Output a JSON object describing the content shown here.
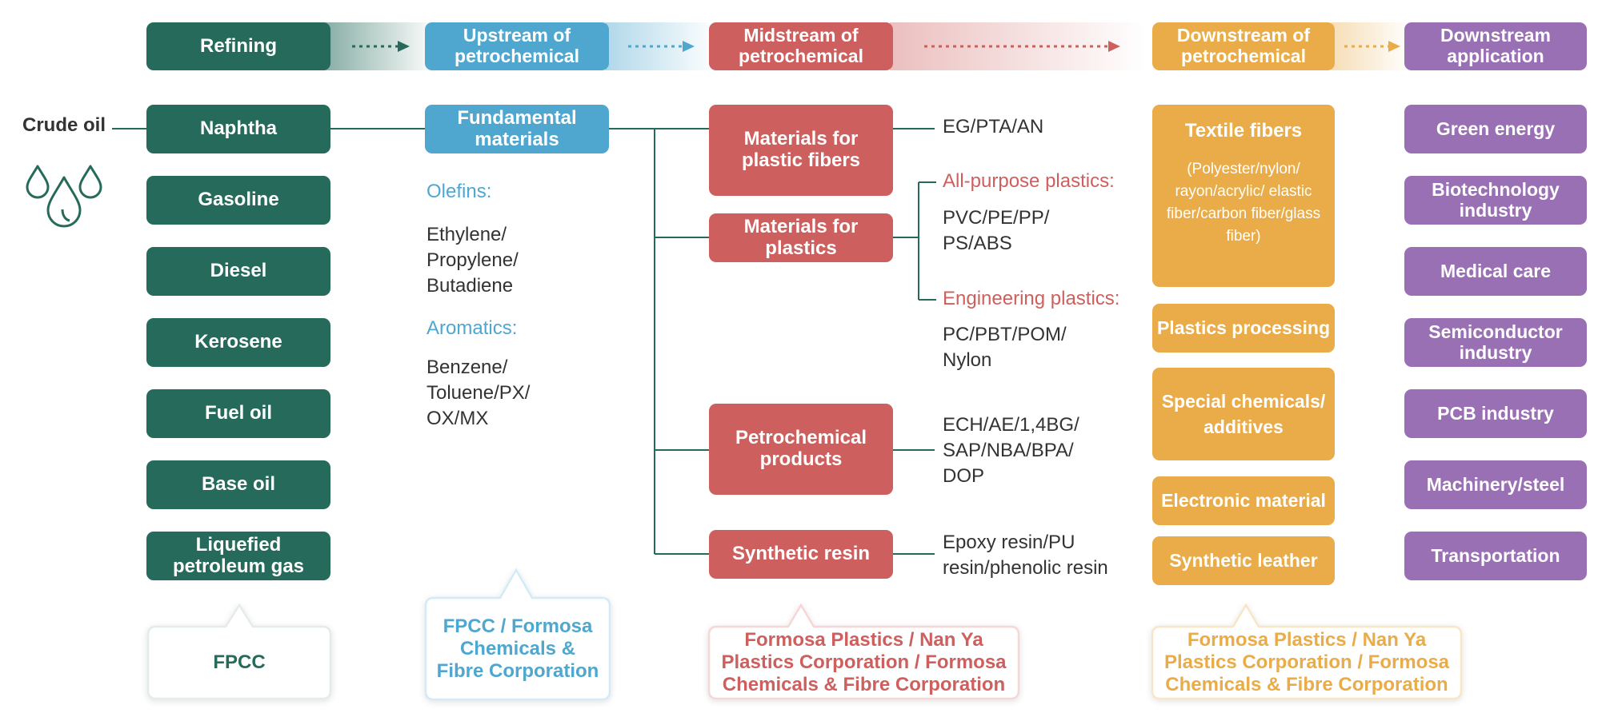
{
  "headers": {
    "refining": "Refining",
    "upstream": "Upstream of petrochemical",
    "midstream": "Midstream of petrochemical",
    "downstream": "Downstream of petrochemical",
    "application": "Downstream application"
  },
  "crude_oil": "Crude oil",
  "refining_items": [
    "Naphtha",
    "Gasoline",
    "Diesel",
    "Kerosene",
    "Fuel oil",
    "Base oil",
    "Liquefied petroleum gas"
  ],
  "upstream": {
    "box": "Fundamental materials",
    "olefins_label": "Olefins:",
    "olefins_list": "Ethylene/\nPropylene/\nButadiene",
    "aromatics_label": "Aromatics:",
    "aromatics_list": "Benzene/\nToluene/PX/\nOX/MX"
  },
  "midstream": {
    "plastic_fibers": "Materials for plastic fibers",
    "plastics": "Materials for plastics",
    "petrochemical_products": "Petrochemical products",
    "synthetic_resin": "Synthetic resin"
  },
  "products": {
    "fibers": "EG/PTA/AN",
    "all_purpose_label": "All-purpose plastics:",
    "all_purpose_list": "PVC/PE/PP/\nPS/ABS",
    "engineering_label": "Engineering plastics:",
    "engineering_list": "PC/PBT/POM/\nNylon",
    "petrochemical": "ECH/AE/1,4BG/\nSAP/NBA/BPA/\nDOP",
    "resin": "Epoxy resin/PU\nresin/phenolic resin"
  },
  "downstream": {
    "textile_title": "Textile fibers",
    "textile_detail": "(Polyester/nylon/ rayon/acrylic/ elastic fiber/carbon fiber/glass fiber)",
    "plastics_processing": "Plastics processing",
    "special_chemicals": "Special chemicals/ additives",
    "electronic_material": "Electronic material",
    "synthetic_leather": "Synthetic leather"
  },
  "applications": [
    "Green energy",
    "Biotechnology industry",
    "Medical care",
    "Semiconductor industry",
    "PCB industry",
    "Machinery/steel",
    "Transportation"
  ],
  "companies": {
    "refining": "FPCC",
    "upstream": "FPCC / Formosa Chemicals & Fibre Corporation",
    "midstream": "Formosa Plastics / Nan Ya Plastics Corporation / Formosa Chemicals & Fibre Corporation",
    "downstream": "Formosa Plastics / Nan Ya Plastics Corporation / Formosa Chemicals & Fibre Corporation"
  },
  "colors": {
    "refining": "#256a5a",
    "upstream": "#4fa7cf",
    "midstream": "#cd605e",
    "downstream": "#e9ac48",
    "application": "#9a70b5"
  }
}
